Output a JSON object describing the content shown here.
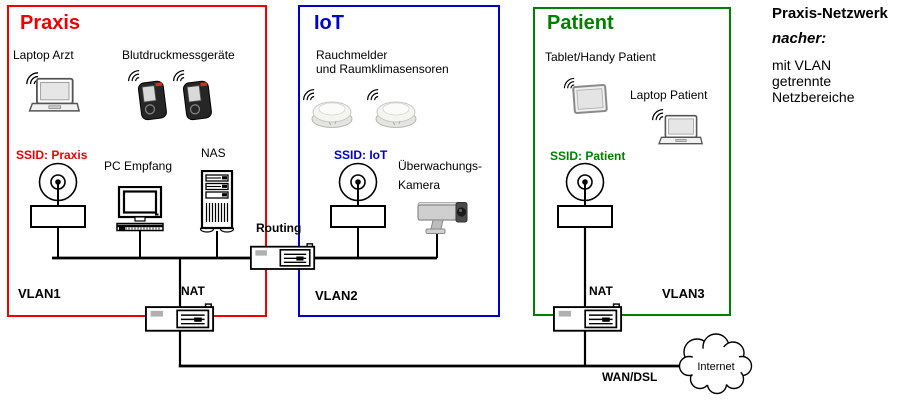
{
  "note": {
    "title": "Praxis-Netzwerk",
    "subtitle": "nacher:",
    "lines": [
      "mit VLAN",
      "getrennte",
      "Netzbereiche"
    ]
  },
  "zones": {
    "praxis": {
      "title": "Praxis",
      "laptop_label": "Laptop Arzt",
      "bp_label": "Blutdruckmessgeräte",
      "ssid": "SSID: Praxis",
      "pc_label": "PC Empfang",
      "nas_label": "NAS",
      "vlan": "VLAN1"
    },
    "iot": {
      "title": "IoT",
      "sensors_label_line1": "Rauchmelder",
      "sensors_label_line2": "und Raumklimasensoren",
      "ssid": "SSID: IoT",
      "camera_label_line1": "Überwachungs-",
      "camera_label_line2": "Kamera",
      "vlan": "VLAN2"
    },
    "patient": {
      "title": "Patient",
      "tablet_label": "Tablet/Handy Patient",
      "laptop_label": "Laptop Patient",
      "ssid": "SSID: Patient",
      "vlan": "VLAN3"
    }
  },
  "network": {
    "routing_label": "Routing",
    "nat_praxis_label": "NAT",
    "nat_patient_label": "NAT",
    "wan_label": "WAN/DSL",
    "internet_label": "Internet"
  },
  "colors": {
    "praxis_accent": "#f00000",
    "iot_accent": "#0000cc",
    "patient_accent": "#008000",
    "line": "#000000"
  },
  "icons": {
    "wifi": "wifi-arcs-icon",
    "laptop": "laptop-icon",
    "blood_pressure": "blood-pressure-device-icon",
    "smoke_detector": "smoke-detector-icon",
    "access_point": "wifi-access-point-icon",
    "pc": "desktop-pc-icon",
    "nas": "nas-server-icon",
    "camera": "surveillance-camera-icon",
    "tablet": "tablet-icon",
    "router": "router-device-icon",
    "cloud": "internet-cloud-icon"
  }
}
